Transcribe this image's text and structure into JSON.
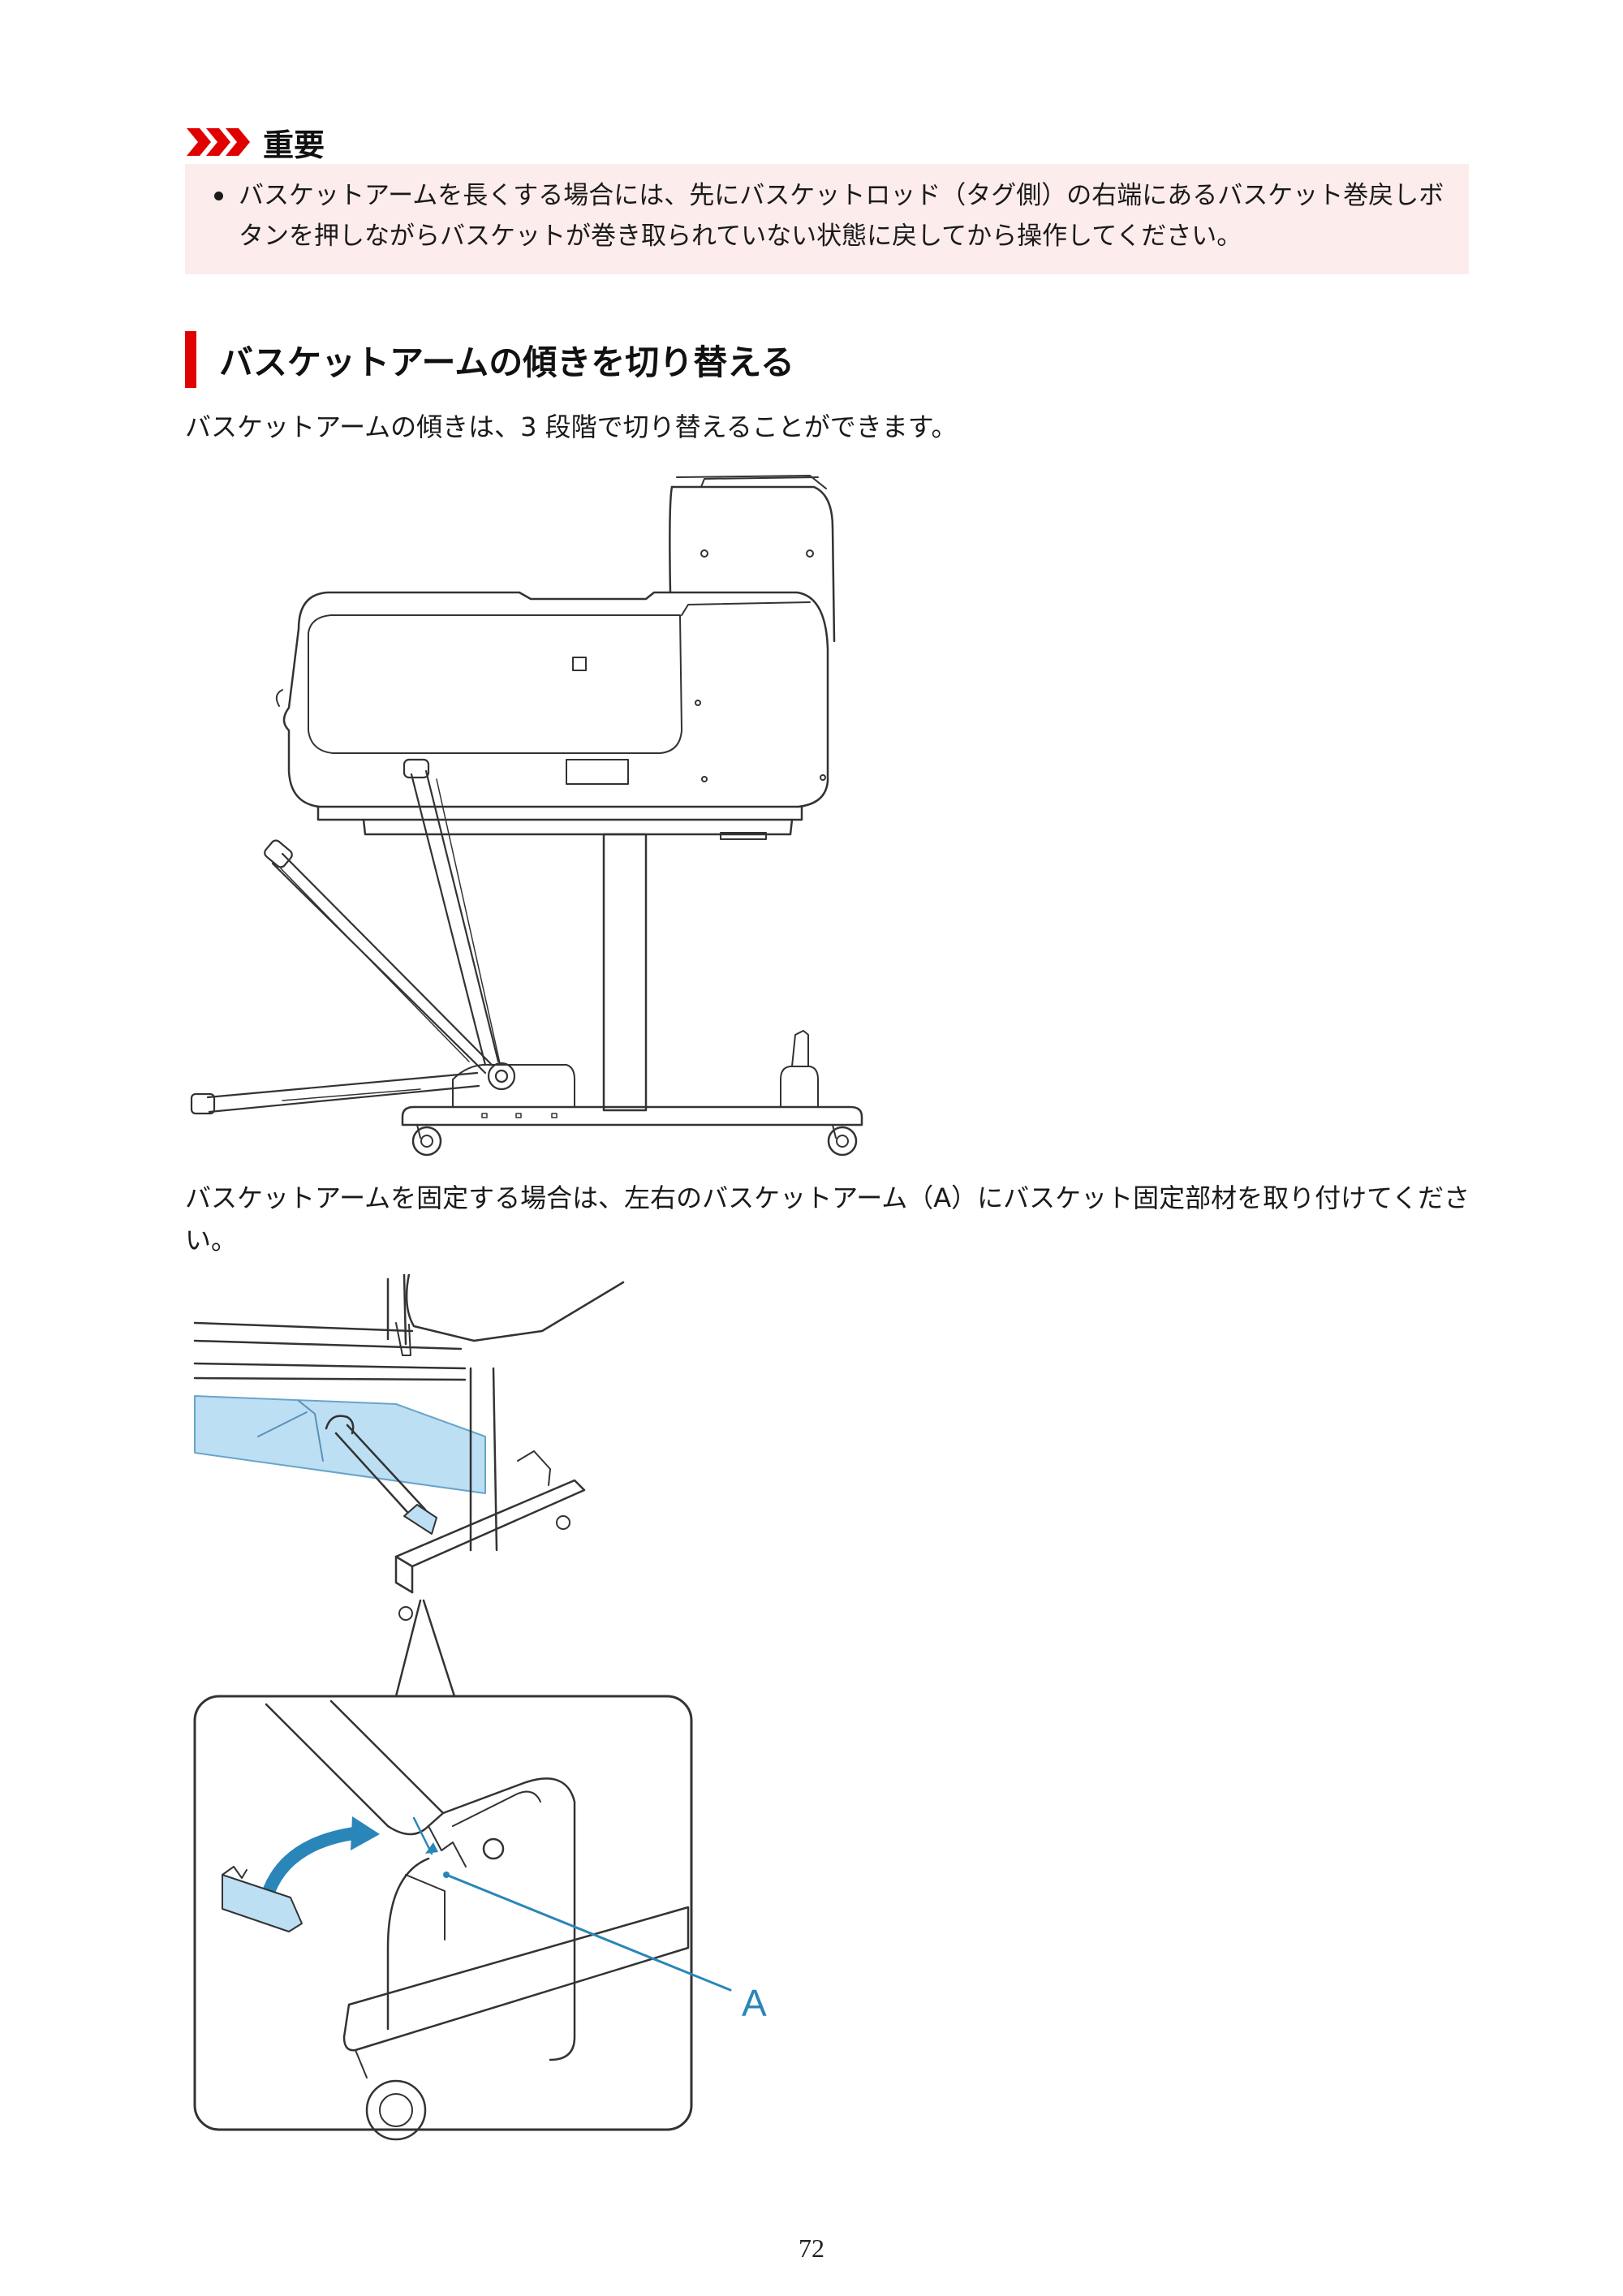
{
  "important": {
    "title": "重要",
    "items": [
      "バスケットアームを長くする場合には、先にバスケットロッド（タグ側）の右端にあるバスケット巻戻しボタンを押しながらバスケットが巻き取られていない状態に戻してから操作してください。"
    ]
  },
  "section": {
    "title": "バスケットアームの傾きを切り替える",
    "intro": "バスケットアームの傾きは、3 段階で切り替えることができます。",
    "fixing_instruction": "バスケットアームを固定する場合は、左右のバスケットアーム（A）にバスケット固定部材を取り付けてください。"
  },
  "figure2": {
    "callout_label": "A"
  },
  "page_number": "72",
  "colors": {
    "important_accent": "#e00000",
    "important_background": "#fdecec",
    "section_bar": "#e00000",
    "basket_fill": "#bcdff4",
    "callout_blue": "#2a86b8"
  }
}
